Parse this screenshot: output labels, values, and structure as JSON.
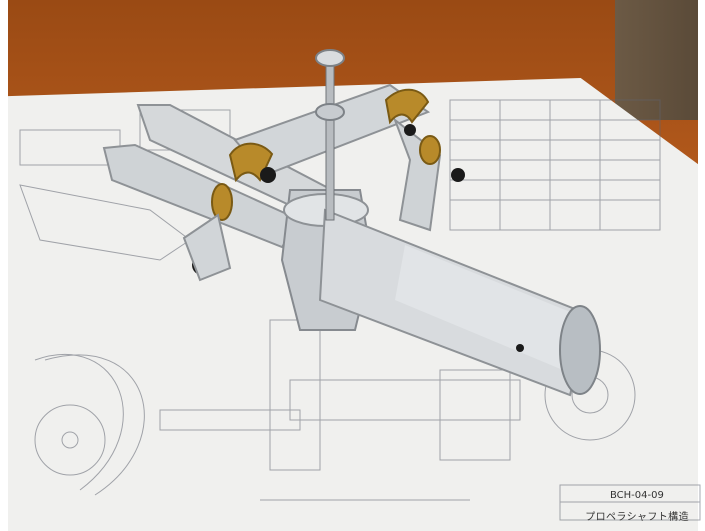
{
  "photo": {
    "subject": "rotor-hub-assembly",
    "drawing_code": "BCH-04-09",
    "drawing_title": "プロペラシャフト構造"
  },
  "colors": {
    "wood": "#a5521a",
    "paper": "#f0f0ee",
    "aluminum": "#cfd3d6",
    "brass": "#b88a2a",
    "black": "#1a1a1a"
  }
}
